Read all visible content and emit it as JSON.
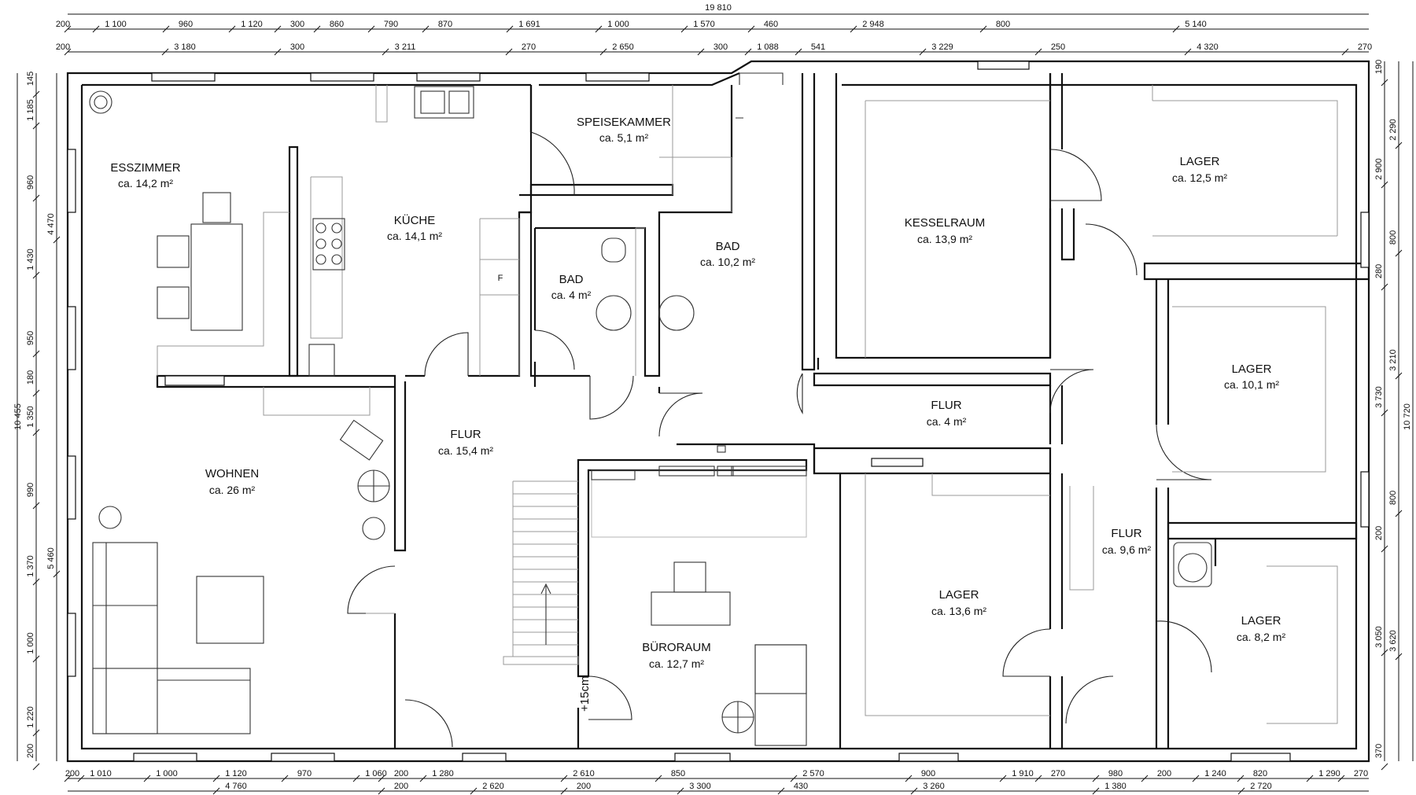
{
  "rooms": [
    {
      "id": "esszimmer",
      "name": "ESSZIMMER",
      "area": "ca. 14,2 m²"
    },
    {
      "id": "kueche",
      "name": "KÜCHE",
      "area": "ca. 14,1 m²"
    },
    {
      "id": "speisekammer",
      "name": "SPEISEKAMMER",
      "area": "ca. 5,1 m²"
    },
    {
      "id": "bad-small",
      "name": "BAD",
      "area": "ca. 4 m²"
    },
    {
      "id": "bad-large",
      "name": "BAD",
      "area": "ca. 10,2 m²"
    },
    {
      "id": "kesselraum",
      "name": "KESSELRAUM",
      "area": "ca. 13,9 m²"
    },
    {
      "id": "lager-1",
      "name": "LAGER",
      "area": "ca. 12,5 m²"
    },
    {
      "id": "lager-2",
      "name": "LAGER",
      "area": "ca. 10,1 m²"
    },
    {
      "id": "flur-small",
      "name": "FLUR",
      "area": "ca. 4 m²"
    },
    {
      "id": "wohnen",
      "name": "WOHNEN",
      "area": "ca. 26 m²"
    },
    {
      "id": "flur-main",
      "name": "FLUR",
      "area": "ca. 15,4 m²"
    },
    {
      "id": "bueroraum",
      "name": "BÜRORAUM",
      "area": "ca. 12,7 m²"
    },
    {
      "id": "lager-3",
      "name": "LAGER",
      "area": "ca. 13,6 m²"
    },
    {
      "id": "flur-right",
      "name": "FLUR",
      "area": "ca. 9,6 m²"
    },
    {
      "id": "lager-4",
      "name": "LAGER",
      "area": "ca. 8,2 m²"
    }
  ],
  "notes": {
    "step": "+15cm",
    "fridge": "F"
  },
  "dims": {
    "top_total": "19 810",
    "top_row1": [
      "200",
      "1 100",
      "960",
      "1 120",
      "300",
      "860",
      "790",
      "870",
      "1 691",
      "1 000",
      "1 570",
      "460",
      "2 948",
      "800",
      "5 140"
    ],
    "top_row2": [
      "200",
      "3 180",
      "300",
      "3 211",
      "270",
      "2 650",
      "300",
      "1 088",
      "541",
      "3 229",
      "250",
      "4 320",
      "270"
    ],
    "left_total": "10 455",
    "left_row1": [
      "145",
      "1 185",
      "960",
      "1 430",
      "950",
      "180",
      "1 350",
      "990",
      "1 370",
      "1 000",
      "1 220",
      "200"
    ],
    "left_row2": [
      "4 470",
      "5 460"
    ],
    "right_total": "10 720",
    "right_row1": [
      "190",
      "2 900",
      "280",
      "3 730",
      "200",
      "3 050",
      "370"
    ],
    "right_row2": [
      "2 290",
      "800",
      "3 210",
      "800",
      "3 620"
    ],
    "bottom_row1": [
      "200",
      "1 010",
      "1 000",
      "1 120",
      "970",
      "1 060",
      "200",
      "1 280",
      "2 610",
      "850",
      "2 570",
      "900",
      "1 910",
      "270",
      "980",
      "200",
      "1 240",
      "820",
      "1 290",
      "270"
    ],
    "bottom_row2": [
      "4 760",
      "200",
      "2 620",
      "200",
      "3 300",
      "430",
      "3 260",
      "1 380",
      "2 720"
    ]
  }
}
